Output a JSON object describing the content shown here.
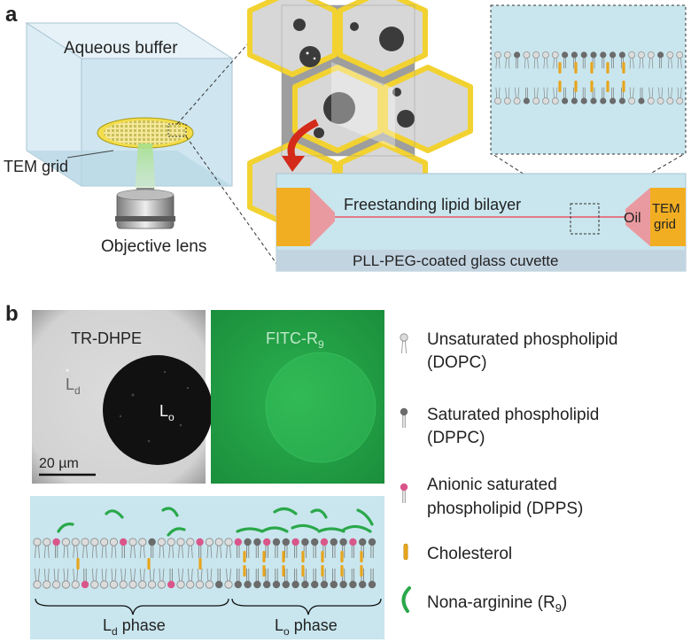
{
  "panel_a": {
    "label": "a",
    "aqueous_buffer": "Aqueous buffer",
    "tem_grid_label": "TEM grid",
    "objective_lens": "Objective lens",
    "freestanding": "Freestanding lipid bilayer",
    "oil": "Oil",
    "tem": "TEM",
    "grid": "grid",
    "cuvette": "PLL-PEG-coated glass cuvette"
  },
  "panel_b": {
    "label": "b",
    "tr_dhpe": "TR-DHPE",
    "fitc": "FITC-R",
    "fitc_sub": "9",
    "ld_main": "L",
    "ld_sub": "d",
    "lo_main": "L",
    "lo_sub": "o",
    "scale_bar": "20 µm",
    "ld_phase_main": "L",
    "ld_phase_sub": "d",
    "ld_phase_rest": " phase",
    "lo_phase_main": "L",
    "lo_phase_sub": "o",
    "lo_phase_rest": " phase"
  },
  "legend": {
    "unsat_1": "Unsaturated phospholipid",
    "unsat_2": "(DOPC)",
    "sat_1": "Saturated phospholipid",
    "sat_2": "(DPPC)",
    "anionic_1": "Anionic saturated",
    "anionic_2": "phospholipid (DPPS)",
    "chol": "Cholesterol",
    "nona_main": "Nona-arginine (R",
    "nona_sub": "9",
    "nona_end": ")"
  },
  "colors": {
    "buffer_blue": "#c9e6ee",
    "grid_yellow": "#f2d230",
    "oil_pink": "#e99aa0",
    "tem_orange": "#f2ae22",
    "sat_gray": "#6b6b6b",
    "unsat_light": "#d9d9d9",
    "anionic_pink": "#d9568a",
    "chol_orange": "#e7a51d",
    "r9_green": "#2aa84a",
    "fitc_green": "#1aa34a"
  }
}
